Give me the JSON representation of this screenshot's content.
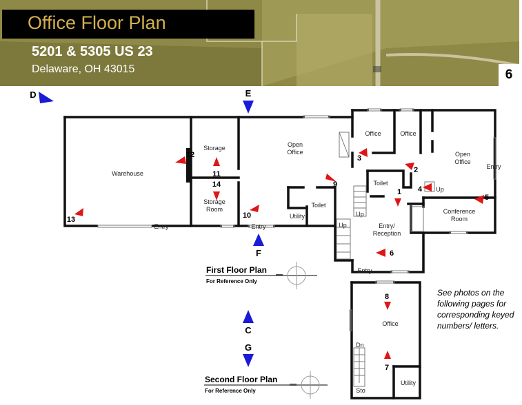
{
  "header": {
    "title": "Office Floor Plan",
    "address": "5201 & 5305 US 23",
    "city": "Delaware, OH 43015",
    "page_number": "6"
  },
  "first_floor": {
    "title": "First Floor Plan",
    "subtitle": "For Reference Only",
    "rooms": {
      "warehouse": "Warehouse",
      "storage": "Storage",
      "storage_room": "Storage Room",
      "open_office": "Open Office",
      "office_a": "Office",
      "office_b": "Office",
      "open_office_east": "Open Office",
      "toilet_a": "Toilet",
      "toilet_b": "Toilet",
      "utility": "Utility",
      "conference": "Conference Room",
      "entry_reception": "Entry/ Reception"
    },
    "entries": [
      "Entry",
      "Entry",
      "Entry",
      "Entry"
    ],
    "stair_labels": [
      "Up",
      "Up",
      "Up"
    ]
  },
  "second_floor": {
    "title": "Second Floor Plan",
    "subtitle": "For Reference Only",
    "rooms": {
      "office": "Office",
      "utility": "Utility",
      "storage": "Sto"
    },
    "stair_label": "Dn"
  },
  "photo_markers": [
    "1",
    "2",
    "3",
    "4",
    "5",
    "6",
    "7",
    "8",
    "9",
    "10",
    "11",
    "12",
    "13",
    "14"
  ],
  "view_markers": [
    "C",
    "D",
    "E",
    "F",
    "G"
  ],
  "note": "See photos on the following pages for corresponding keyed numbers/ letters.",
  "colors": {
    "title_gold": "#d4b04f",
    "photo_arrow": "#e01515",
    "view_arrow": "#1b1bd6",
    "wall": "#111111"
  }
}
